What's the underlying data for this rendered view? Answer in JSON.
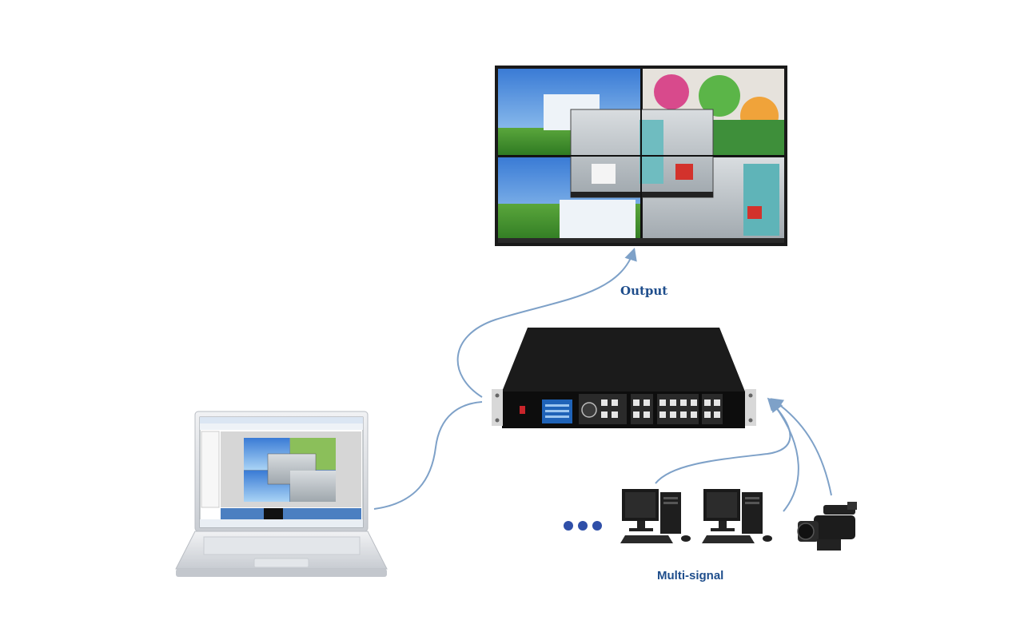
{
  "labels": {
    "output": "Output",
    "multi_signal": "Multi-signal"
  },
  "colors": {
    "arrow": "#7ea1c8",
    "label": "#1f4e8c",
    "device_body": "#111111",
    "dots": "#2f4fa8"
  },
  "icons": [
    "video-wall-monitor",
    "video-processor-device",
    "laptop-icon",
    "desktop-pc-icon",
    "video-camera-icon",
    "ellipsis-dots-icon"
  ]
}
